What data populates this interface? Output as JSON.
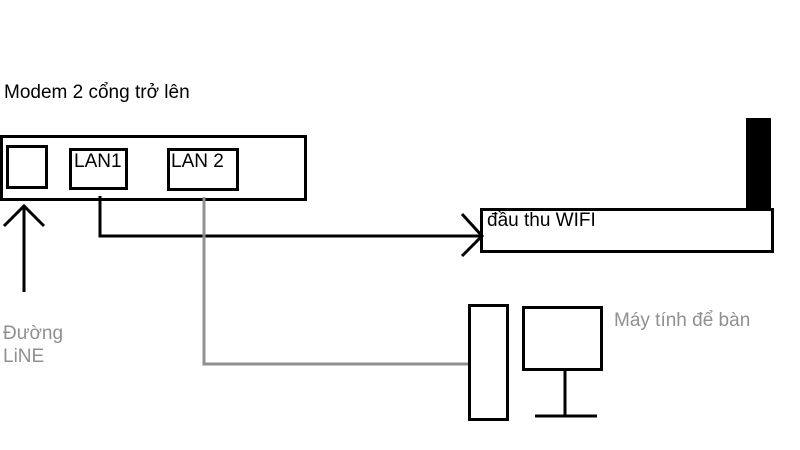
{
  "modem": {
    "title": "Modem 2 cổng trở lên",
    "lan1_label": "LAN1",
    "lan2_label": "LAN 2"
  },
  "line_input": {
    "label_line1": "Đường",
    "label_line2": "LiNE"
  },
  "wifi_receiver": {
    "label": "đầu thu WIFI"
  },
  "desktop": {
    "label": "Máy tính để bàn"
  },
  "colors": {
    "black": "#000000",
    "gray": "#909090",
    "background": "#ffffff"
  }
}
